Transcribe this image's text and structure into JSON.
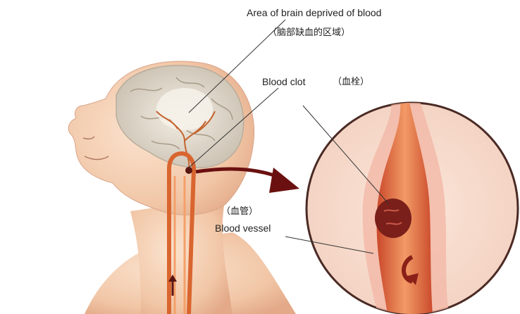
{
  "labels": {
    "area_en": "Area of brain deprived of blood",
    "area_cn": "（脑部缺血的区域）",
    "clot_en": "Blood clot",
    "clot_cn": "（血栓）",
    "vessel_cn": "（血管）",
    "vessel_en": "Blood vessel"
  },
  "colors": {
    "skin": "#f3cdb0",
    "brain": "#d8cfc0",
    "artery": "#e07a45",
    "clot": "#7a1f1a",
    "arrow": "#6b1010",
    "background": "#ffffff"
  }
}
